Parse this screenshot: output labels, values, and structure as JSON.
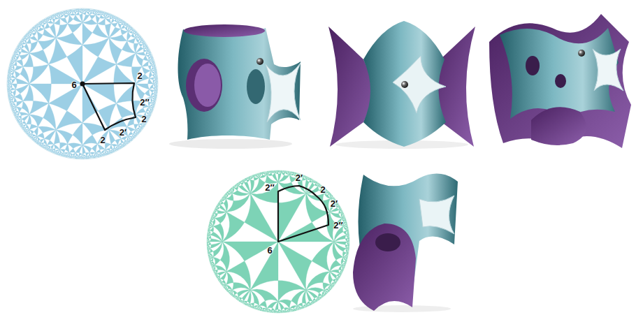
{
  "diagram": {
    "labels": [
      "6",
      "2",
      "2″",
      "2",
      "2′",
      "2",
      "2″",
      "2′",
      "2",
      "2′",
      "2″",
      "6"
    ]
  }
}
